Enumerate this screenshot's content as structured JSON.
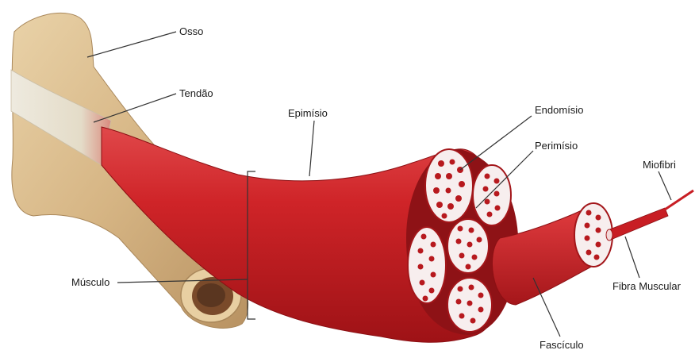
{
  "labels": {
    "osso": "Osso",
    "tendao": "Tendão",
    "epimisio": "Epimísio",
    "endomisio": "Endomísio",
    "perimisio": "Perimísio",
    "miofibri": "Miofibri",
    "musculo": "Músculo",
    "fibra_muscular": "Fibra Muscular",
    "fasciculo": "Fascículo"
  },
  "colors": {
    "bone": "#d8b98c",
    "tendon": "#e9e6d8",
    "muscle": "#c81e24",
    "fascicle_surface": "#f7eeee",
    "leader_line": "#333333"
  }
}
